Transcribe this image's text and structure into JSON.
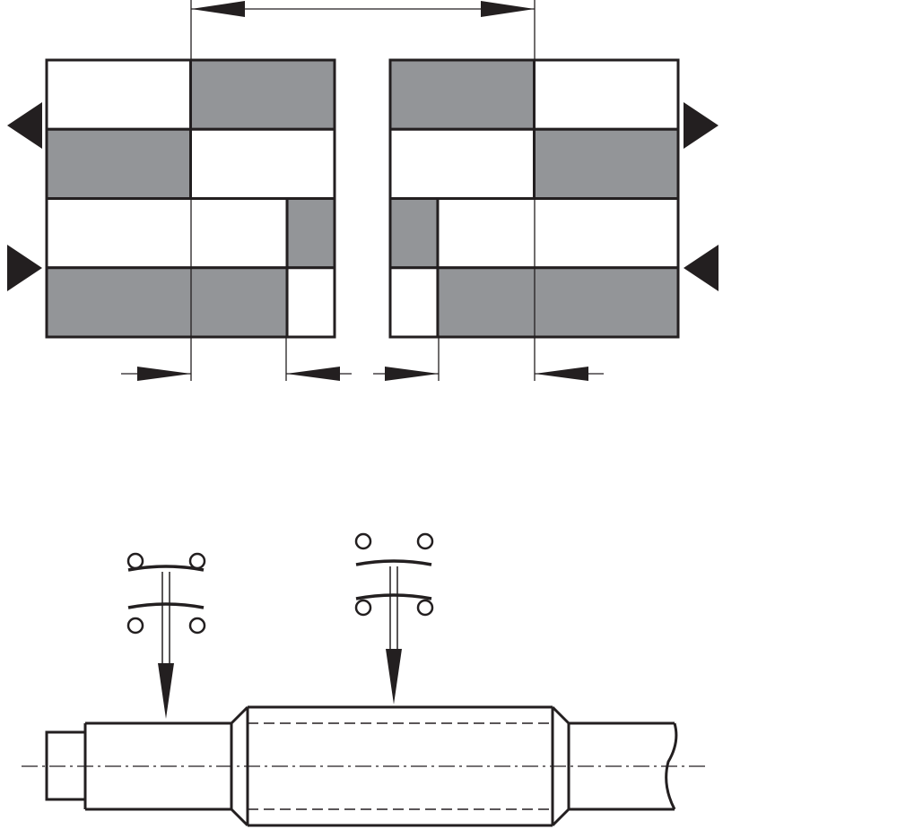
{
  "colors": {
    "stroke": "#231f20",
    "fill_gray": "#939598",
    "background": "#ffffff"
  },
  "diagram": {
    "left_block": {
      "rows": [
        [
          {
            "w": 1,
            "fill": "white"
          },
          {
            "w": 1,
            "fill": "gray"
          }
        ],
        [
          {
            "w": 1,
            "fill": "gray"
          },
          {
            "w": 1,
            "fill": "white"
          }
        ],
        [
          {
            "w": 1.67,
            "fill": "white"
          },
          {
            "w": 0.33,
            "fill": "gray"
          }
        ],
        [
          {
            "w": 1.67,
            "fill": "gray"
          },
          {
            "w": 0.33,
            "fill": "white"
          }
        ]
      ],
      "side_arrows": [
        {
          "row": 1,
          "direction": "left"
        },
        {
          "row": 3,
          "direction": "right"
        }
      ]
    },
    "right_block": {
      "rows": [
        [
          {
            "w": 1,
            "fill": "gray"
          },
          {
            "w": 1,
            "fill": "white"
          }
        ],
        [
          {
            "w": 1,
            "fill": "white"
          },
          {
            "w": 1,
            "fill": "gray"
          }
        ],
        [
          {
            "w": 0.33,
            "fill": "gray"
          },
          {
            "w": 1.67,
            "fill": "white"
          }
        ],
        [
          {
            "w": 0.33,
            "fill": "white"
          },
          {
            "w": 1.67,
            "fill": "gray"
          }
        ]
      ],
      "side_arrows": [
        {
          "row": 0,
          "direction": "right"
        },
        {
          "row": 3,
          "direction": "left"
        }
      ]
    },
    "shaft": {
      "description_icons": [
        "grinding-wheel-pair-icon",
        "grinding-wheel-pair-icon"
      ]
    }
  }
}
